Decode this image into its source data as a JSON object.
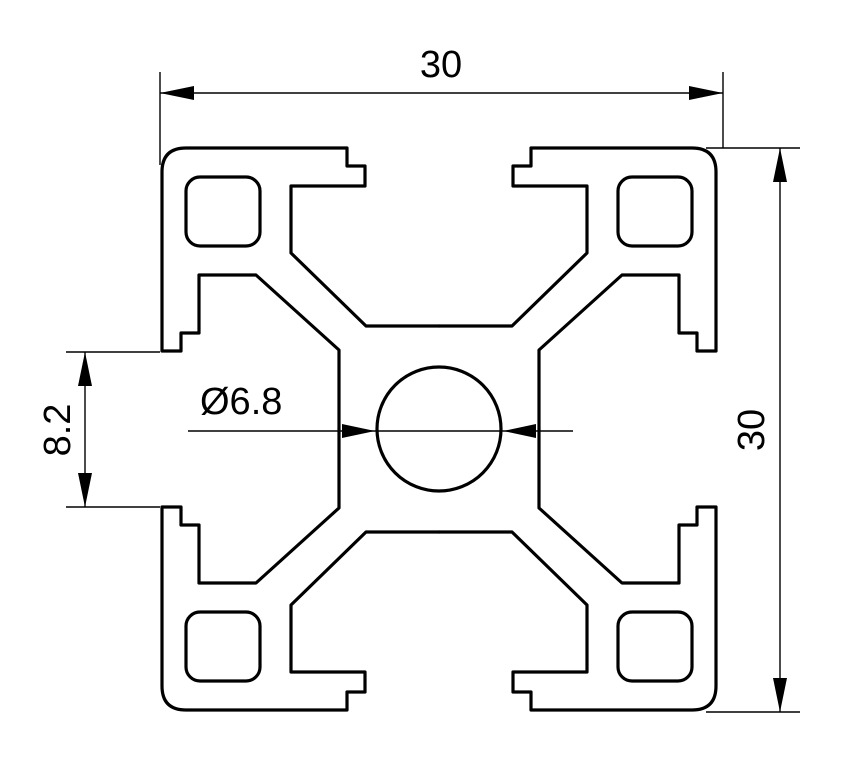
{
  "drawing": {
    "dimensions": {
      "width_label": "30",
      "height_label": "30",
      "slot_label": "8.2",
      "bore_label": "Ø6.8"
    }
  }
}
